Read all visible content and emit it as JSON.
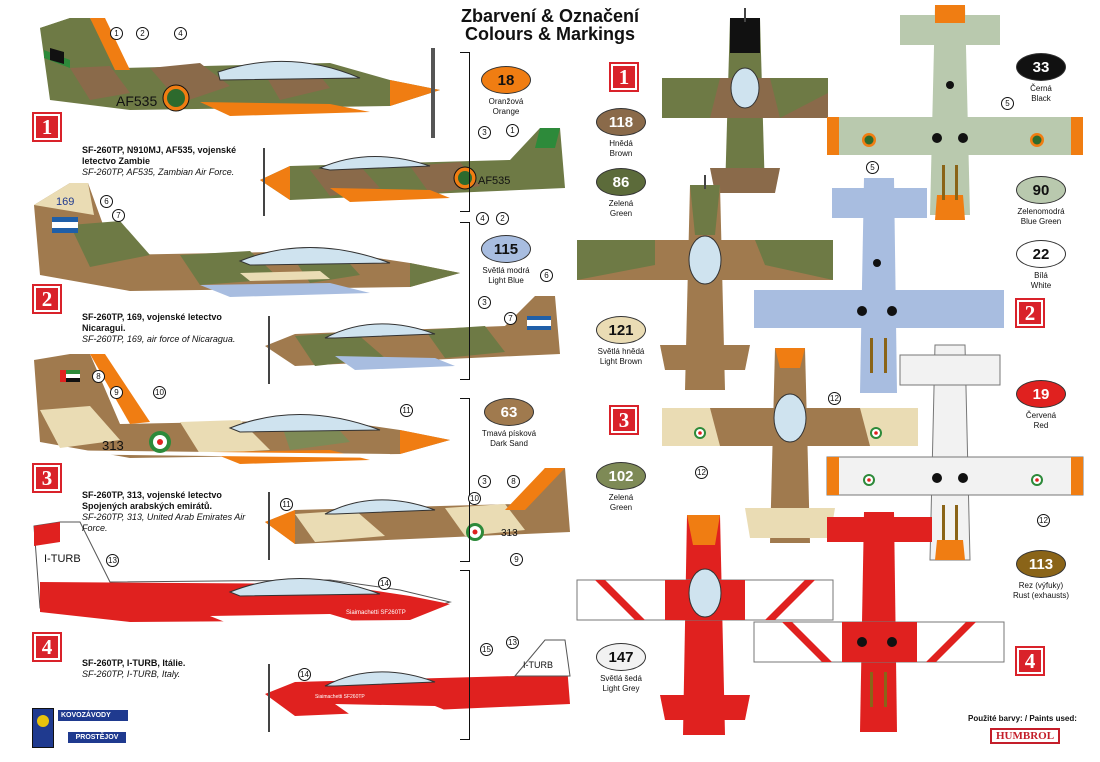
{
  "header": {
    "title_cz": "Zbarvení & Označení",
    "title_en": "Colours & Markings"
  },
  "schemes": [
    {
      "number": "1",
      "caption_bold": "SF-260TP, N910MJ, AF535, vojenské letectvo Zambie",
      "caption_italic": "SF-260TP, AF535, Zambian Air Force.",
      "serial": "AF535"
    },
    {
      "number": "2",
      "caption_bold": "SF-260TP, 169, vojenské letectvo Nicaragui.",
      "caption_italic": "SF-260TP, 169, air force of Nicaragua.",
      "serial": "169"
    },
    {
      "number": "3",
      "caption_bold": "SF-260TP, 313, vojenské letectvo Spojených arabských emirátů.",
      "caption_italic": "SF-260TP, 313, United Arab Emirates Air Force.",
      "serial": "313"
    },
    {
      "number": "4",
      "caption_bold": "SF-260TP, I-TURB, Itálie.",
      "caption_italic": "SF-260TP, I-TURB, Italy.",
      "serial": "I-TURB",
      "fuselage_text": "Siaimachetti SF260TP"
    }
  ],
  "paints": [
    {
      "code": "18",
      "cz": "Oranžová",
      "en": "Orange",
      "color": "#f07d12",
      "text_color": "#111111"
    },
    {
      "code": "118",
      "cz": "Hnědá",
      "en": "Brown",
      "color": "#8a6a4a",
      "text_color": "#ffffff"
    },
    {
      "code": "86",
      "cz": "Zelená",
      "en": "Green",
      "color": "#5c6b3a",
      "text_color": "#ffffff"
    },
    {
      "code": "115",
      "cz": "Světlá modrá",
      "en": "Light Blue",
      "color": "#a8bde0",
      "text_color": "#111111"
    },
    {
      "code": "121",
      "cz": "Světlá hnědá",
      "en": "Light Brown",
      "color": "#eadcb4",
      "text_color": "#111111"
    },
    {
      "code": "63",
      "cz": "Tmavá písková",
      "en": "Dark Sand",
      "color": "#a07a4e",
      "text_color": "#ffffff"
    },
    {
      "code": "102",
      "cz": "Zelená",
      "en": "Green",
      "color": "#7e8a56",
      "text_color": "#ffffff"
    },
    {
      "code": "147",
      "cz": "Světlá šedá",
      "en": "Light Grey",
      "color": "#f2f2f2",
      "text_color": "#111111"
    },
    {
      "code": "33",
      "cz": "Černá",
      "en": "Black",
      "color": "#111111",
      "text_color": "#ffffff"
    },
    {
      "code": "90",
      "cz": "Zelenomodrá",
      "en": "Blue Green",
      "color": "#b9c9ae",
      "text_color": "#111111"
    },
    {
      "code": "22",
      "cz": "Bílá",
      "en": "White",
      "color": "#ffffff",
      "text_color": "#111111"
    },
    {
      "code": "19",
      "cz": "Červená",
      "en": "Red",
      "color": "#e0211f",
      "text_color": "#ffffff"
    },
    {
      "code": "113",
      "cz": "Rez (výfuky)",
      "en": "Rust (exhausts)",
      "color": "#8a6418",
      "text_color": "#ffffff"
    }
  ],
  "callouts": [
    "1",
    "2",
    "3",
    "4",
    "5",
    "6",
    "7",
    "8",
    "9",
    "10",
    "11",
    "12",
    "13",
    "14",
    "15"
  ],
  "footer": {
    "paints_used": "Použité barvy: / Paints used:",
    "brand": "HUMBROL"
  },
  "logo": {
    "brand": "KOVOZÁVODY",
    "city": "PROSTĚJOV"
  }
}
